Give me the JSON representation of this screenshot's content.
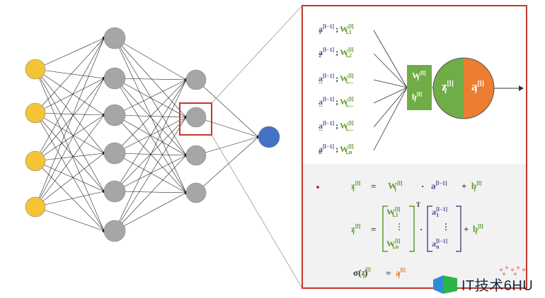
{
  "inputs": [
    {
      "a": "a",
      "a_sup": "[l−1]",
      "a_sub": "1",
      "w": "W",
      "w_sup": "[l]",
      "w_sub": "i,1"
    },
    {
      "a": "a",
      "a_sup": "[l−1]",
      "a_sub": "2",
      "w": "W",
      "w_sup": "[l]",
      "w_sub": "i,2"
    },
    {
      "a": "a",
      "a_sup": "[l−1]",
      "a_sub": "...",
      "w": "W",
      "w_sup": "[l]",
      "w_sub": "i,..."
    },
    {
      "a": "a",
      "a_sup": "[l−1]",
      "a_sub": "...",
      "w": "W",
      "w_sup": "[l]",
      "w_sub": "i,..."
    },
    {
      "a": "a",
      "a_sup": "[l−1]",
      "a_sub": "...",
      "w": "W",
      "w_sup": "[l]",
      "w_sub": "i,..."
    },
    {
      "a": "a",
      "a_sup": "[l−1]",
      "a_sub": "n",
      "w": "W",
      "w_sup": "[l]",
      "w_sub": "i,n"
    }
  ],
  "sep": ";",
  "neuron": {
    "w_label": "W",
    "w_sup": "[l]",
    "w_sub": "i",
    "b_label": "b",
    "b_sup": "[l]",
    "b_sub": "i",
    "z_label": "z",
    "z_sup": "[l]",
    "z_sub": "i",
    "a_label": "a",
    "a_sup": "[l]",
    "a_sub": "i"
  },
  "eq1": {
    "lhs": "z",
    "lhs_sup": "[l]",
    "lhs_sub": "i",
    "eq": "=",
    "w": "W",
    "w_sup": "[l]",
    "w_sub": "i",
    "dot": "·",
    "a": "a",
    "a_sup": "[l−1]",
    "plus": "+",
    "b": "b",
    "b_sup": "[l]",
    "b_sub": "i"
  },
  "eq2": {
    "lhs": "z",
    "lhs_sup": "[l]",
    "lhs_sub": "i",
    "eq": "=",
    "w_top": "W",
    "w_top_sup": "[l]",
    "w_top_sub": "i,1",
    "vdots": "⋮",
    "w_bot": "W",
    "w_bot_sup": "[l]",
    "w_bot_sub": "i,n",
    "transpose": "T",
    "dot": "·",
    "a_top": "a",
    "a_top_sup": "[l−1]",
    "a_top_sub": "1",
    "a_bot": "a",
    "a_bot_sup": "[l−1]",
    "a_bot_sub": "n",
    "plus": "+",
    "b": "b",
    "b_sup": "[l]",
    "b_sub": "i"
  },
  "eq3": {
    "sigma": "σ",
    "lp": "(",
    "z": "z",
    "z_sup": "[l]",
    "z_sub": "i",
    "rp": ")",
    "eq": "=",
    "a": "a",
    "a_sup": "[l]",
    "a_sub": "i"
  },
  "watermark": {
    "text": "IT技术6HU"
  },
  "colors": {
    "input_node": "#f5c435",
    "hidden_node": "#a6a6a6",
    "output_node": "#4472c4",
    "highlight_box": "#c0392b",
    "weight_box": "#70ad47",
    "activation": "#ed7d31",
    "formula_bg": "#f2f2f2"
  }
}
